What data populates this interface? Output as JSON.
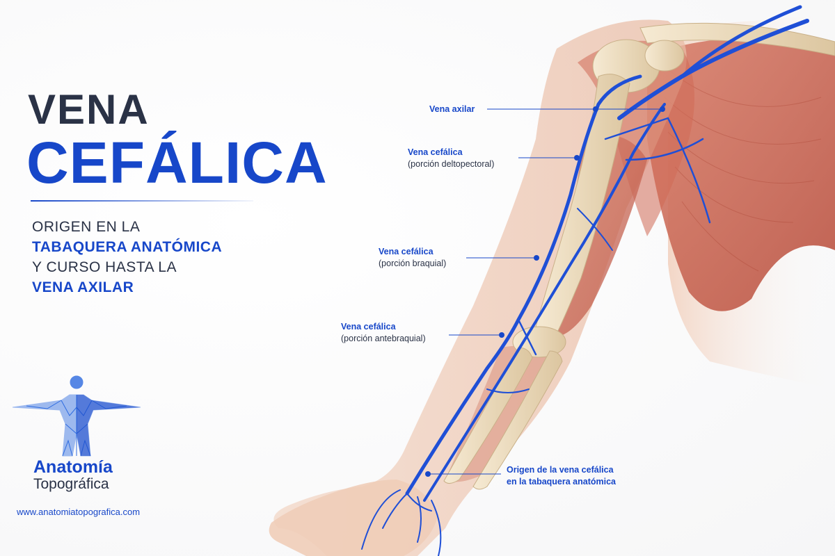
{
  "title": {
    "line1": "VENA",
    "line2": "CEFÁLICA"
  },
  "subtitle": {
    "line1": "ORIGEN EN LA",
    "line2": "TABAQUERA ANATÓMICA",
    "line3": "Y CURSO HASTA LA",
    "line4": "VENA AXILAR"
  },
  "brand": {
    "name": "Anatomía",
    "sub": "Topográfica",
    "website": "www.anatomiatopografica.com"
  },
  "labels": {
    "axilar": {
      "main": "Vena axilar"
    },
    "deltopectoral": {
      "main": "Vena cefálica",
      "sub": "(porción deltopectoral)"
    },
    "braquial": {
      "main": "Vena cefálica",
      "sub": "(porción braquial)"
    },
    "antebraquial": {
      "main": "Vena cefálica",
      "sub": "(porción antebraquial)"
    },
    "origen": {
      "main": "Origen de la vena cefálica",
      "sub": "en la tabaquera anatómica"
    }
  },
  "colors": {
    "accent": "#1747c9",
    "dark_text": "#2a3246",
    "vein": "#1f4fd6",
    "muscle": "#c8604f",
    "bone": "#ecdcbf",
    "skin": "#f1d4c2"
  }
}
